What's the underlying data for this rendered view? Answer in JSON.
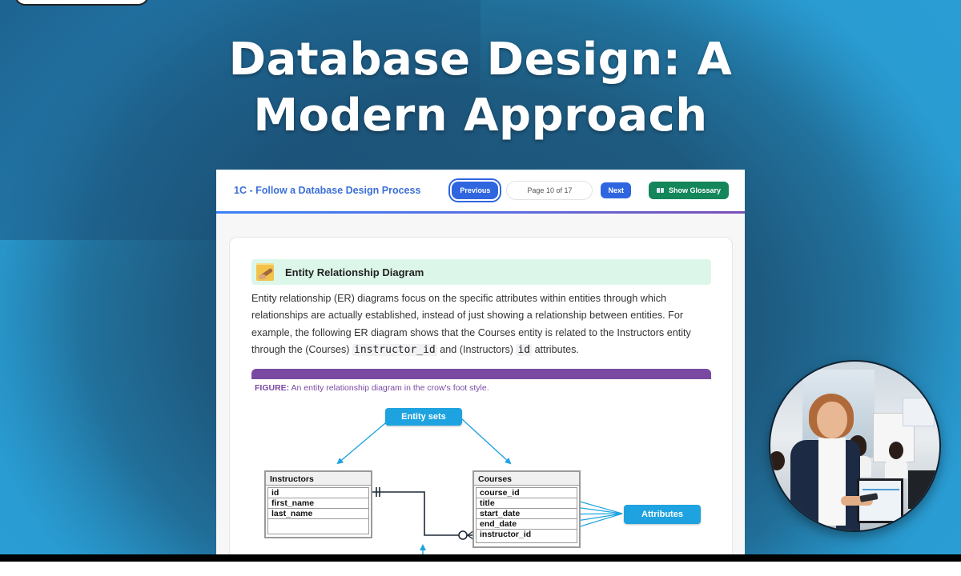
{
  "slide": {
    "title": "Database Design: A Modern Approach",
    "title_line1": "Database Design: A",
    "title_line2": "Modern Approach",
    "colors": {
      "background_dark": "#1c4f74",
      "background_light": "#2a9ad0",
      "title": "#ffffff"
    }
  },
  "card": {
    "header": {
      "lesson_title": "1C - Follow a Database Design Process",
      "previous_label": "Previous",
      "page_indicator": "Page 10 of 17",
      "current_page": 10,
      "total_pages": 17,
      "next_label": "Next",
      "glossary_label": "Show Glossary",
      "glossary_icon": "book-icon"
    },
    "section": {
      "icon": "note-pencil-icon",
      "title": "Entity Relationship Diagram",
      "paragraph": {
        "part1": "Entity relationship (ER) diagrams focus on the specific attributes within entities through which relationships are actually established, instead of just showing a relationship between entities. For example, the following ER diagram shows that the Courses entity is related to the Instructors entity through the (Courses) ",
        "code1": "instructor_id",
        "part2": " and (Instructors) ",
        "code2": "id",
        "part3": " attributes."
      }
    },
    "figure": {
      "caption_label": "FIGURE:",
      "caption_text": " An entity relationship diagram in the crow's foot style.",
      "callouts": {
        "entity_sets": "Entity sets",
        "attributes": "Attributes"
      },
      "entities": [
        {
          "name": "Instructors",
          "attributes": [
            "id",
            "first_name",
            "last_name",
            ""
          ]
        },
        {
          "name": "Courses",
          "attributes": [
            "course_id",
            "title",
            "start_date",
            "end_date",
            "instructor_id"
          ]
        }
      ],
      "relationship": {
        "from": "Instructors.id",
        "from_cardinality": "one-and-only-one",
        "to": "Courses.instructor_id",
        "to_cardinality": "zero-or-many"
      }
    },
    "colors": {
      "lesson_title": "#3b6fd8",
      "primary_button": "#2f66e0",
      "glossary_button": "#13865a",
      "section_header_bg": "#dcf7ea",
      "figure_bar": "#7a4aa3",
      "callout": "#1ea3e0"
    }
  },
  "presenter": {
    "avatar": "presenter-photo"
  }
}
